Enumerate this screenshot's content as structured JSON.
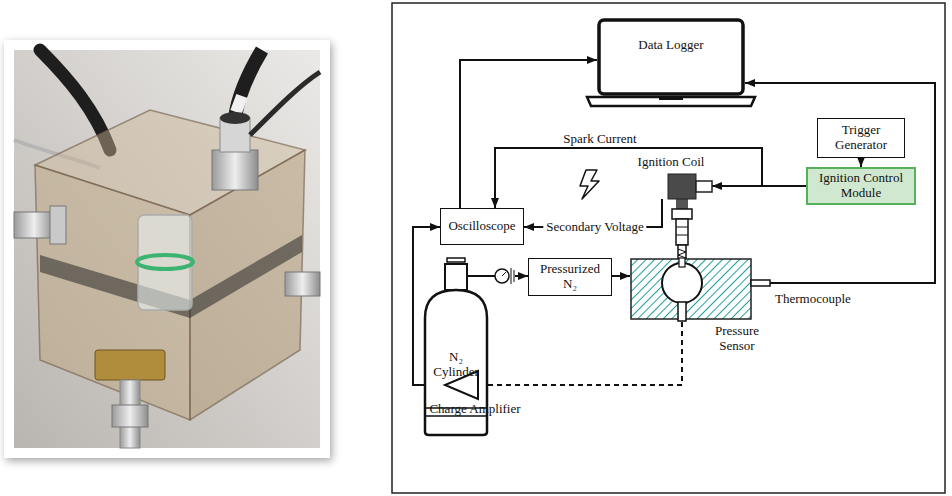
{
  "diagram": {
    "nodes": [
      {
        "text": [
          "Data Logger"
        ]
      },
      {
        "text": [
          "Trigger Generator"
        ]
      },
      {
        "text": [
          "Ignition Coil"
        ]
      },
      {
        "text": [
          "Ignition Control Module"
        ]
      },
      {
        "text": [
          "Oscilloscope"
        ]
      },
      {
        "text": [
          "N₂ Cylinder"
        ]
      },
      {
        "text": [
          "Pressurized N₂"
        ]
      },
      {
        "text": [
          "Thermocouple",
          "Pressure Sensor"
        ]
      },
      {
        "text": [
          "Charge Amplifier"
        ]
      }
    ],
    "edges": [
      {
        "from": 4,
        "to": 0,
        "arrow": "to"
      },
      {
        "from": 1,
        "to": 3,
        "arrow": "to"
      },
      {
        "from": 3,
        "to": 2,
        "arrow": "to"
      },
      {
        "from": 3,
        "to": 4,
        "label": "Spark Current",
        "arrow": "to"
      },
      {
        "from": 2,
        "to": 4,
        "label": "Secondary Voltage",
        "arrow": "to"
      },
      {
        "from": 5,
        "to": 6,
        "arrow": "to"
      },
      {
        "from": 6,
        "to": 7,
        "arrow": "to"
      },
      {
        "from": 7,
        "to": 0,
        "arrow": "to"
      },
      {
        "from": 7,
        "to": 8,
        "arrow": "none"
      },
      {
        "from": 8,
        "to": 4,
        "arrow": "to"
      }
    ]
  }
}
